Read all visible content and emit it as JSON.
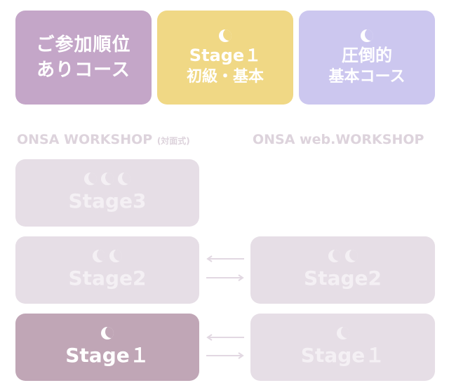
{
  "top_cards": {
    "participation": {
      "line1": "ご参加順位",
      "line2": "ありコース"
    },
    "stage1_basic": {
      "line1": "Stage１",
      "line2": "初級・基本"
    },
    "overwhelming": {
      "line1": "圧倒的",
      "line2": "基本コース"
    }
  },
  "sections": {
    "in_person": {
      "label": "ONSA WORKSHOP",
      "sub": "(対面式)"
    },
    "web": {
      "label": "ONSA web.WORKSHOP"
    }
  },
  "in_person_stages": [
    {
      "label": "Stage3",
      "moons": 3
    },
    {
      "label": "Stage2",
      "moons": 2
    },
    {
      "label": "Stage１",
      "moons": 1
    }
  ],
  "web_stages": [
    {
      "label": "Stage2",
      "moons": 2
    },
    {
      "label": "Stage１",
      "moons": 1
    }
  ],
  "colors": {
    "participation": "#c4a6c8",
    "stage1_basic": "#f0d885",
    "overwhelming": "#ccc7ef",
    "inactive_card": "#e6dee6",
    "active_card": "#c0a6b6",
    "arrow": "#e2d8e2"
  }
}
